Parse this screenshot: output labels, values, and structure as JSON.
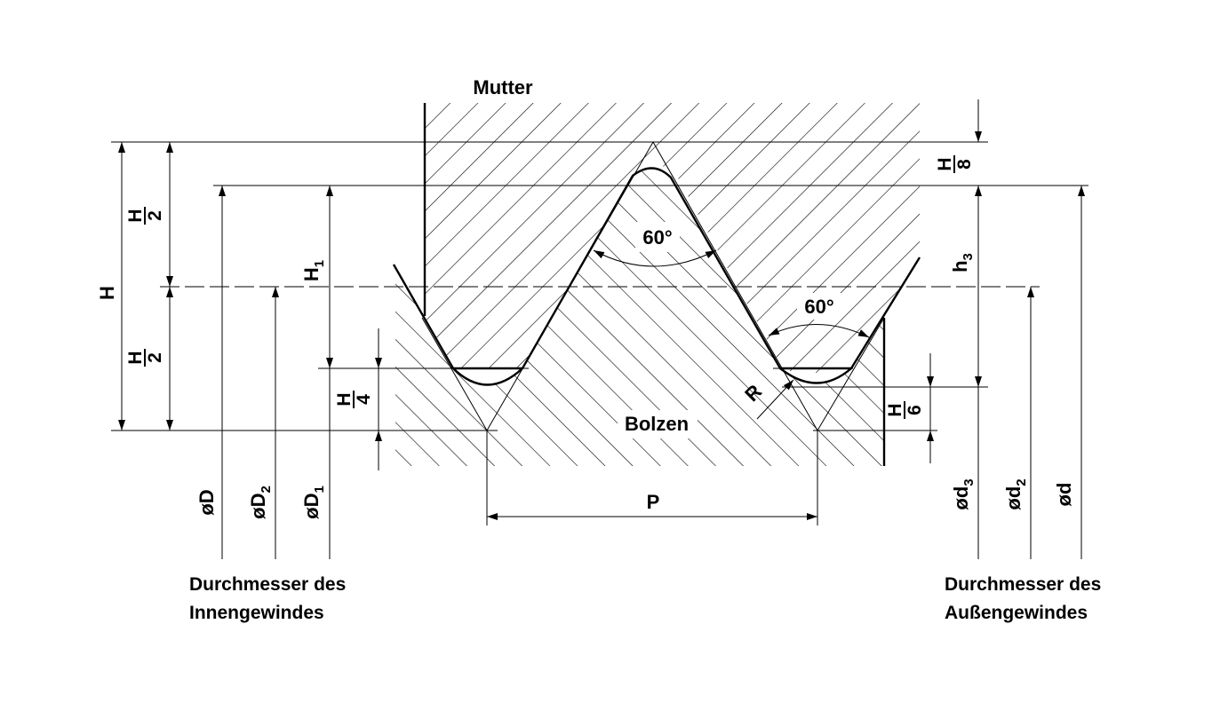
{
  "labels": {
    "nut": "Mutter",
    "bolt": "Bolzen",
    "angle_upper": "60°",
    "angle_lower": "60°",
    "pitch": "P",
    "radius": "R",
    "height": "H",
    "half_height_num": "H",
    "half_height_den": "2",
    "h1_main": "H",
    "h1_sub": "1",
    "h3_main": "h",
    "h3_sub": "3",
    "eighth_num": "H",
    "eighth_den": "8",
    "quarter_num": "H",
    "quarter_den": "4",
    "sixth_num": "H",
    "sixth_den": "6",
    "dia_D": "øD",
    "dia_D2_main": "øD",
    "dia_D2_sub": "2",
    "dia_D1_main": "øD",
    "dia_D1_sub": "1",
    "dia_d3_main": "ød",
    "dia_d3_sub": "3",
    "dia_d2_main": "ød",
    "dia_d2_sub": "2",
    "dia_d": "ød"
  },
  "captions": {
    "internal_line1": "Durchmesser des",
    "internal_line2": "Innengewindes",
    "external_line1": "Durchmesser des",
    "external_line2": "Außengewindes"
  }
}
